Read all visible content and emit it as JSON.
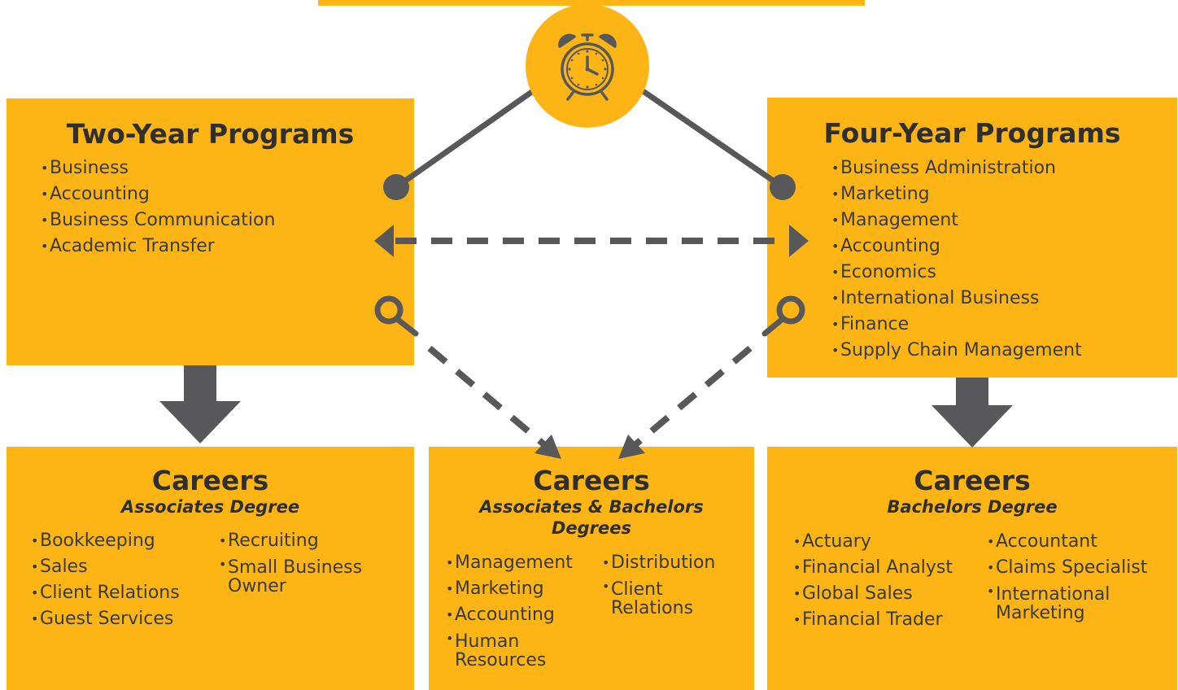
{
  "colors": {
    "box": "#FDB515",
    "connector": "#58585A",
    "text": "#3a3a3a"
  },
  "center_icon": "alarm-clock-icon",
  "two_year": {
    "title": "Two-Year Programs",
    "items": [
      "Business",
      "Accounting",
      "Business Communication",
      "Academic Transfer"
    ]
  },
  "four_year": {
    "title": "Four-Year Programs",
    "items": [
      "Business Administration",
      "Marketing",
      "Management",
      "Accounting",
      "Economics",
      "International Business",
      "Finance",
      "Supply Chain Management"
    ]
  },
  "careers_left": {
    "title": "Careers",
    "subtitle": "Associates Degree",
    "col1": [
      "Bookkeeping",
      "Sales",
      "Client Relations",
      "Guest Services"
    ],
    "col2": [
      "Recruiting",
      "Small Business Owner"
    ]
  },
  "careers_center": {
    "title": "Careers",
    "subtitle_line1": "Associates & Bachelors",
    "subtitle_line2": "Degrees",
    "col1": [
      "Management",
      "Marketing",
      "Accounting",
      "Human Resources"
    ],
    "col2": [
      "Distribution",
      "Client Relations"
    ]
  },
  "careers_right": {
    "title": "Careers",
    "subtitle": "Bachelors Degree",
    "col1": [
      "Actuary",
      "Financial Analyst",
      "Global Sales",
      "Financial Trader"
    ],
    "col2": [
      "Accountant",
      "Claims Specialist",
      "International Marketing"
    ]
  }
}
